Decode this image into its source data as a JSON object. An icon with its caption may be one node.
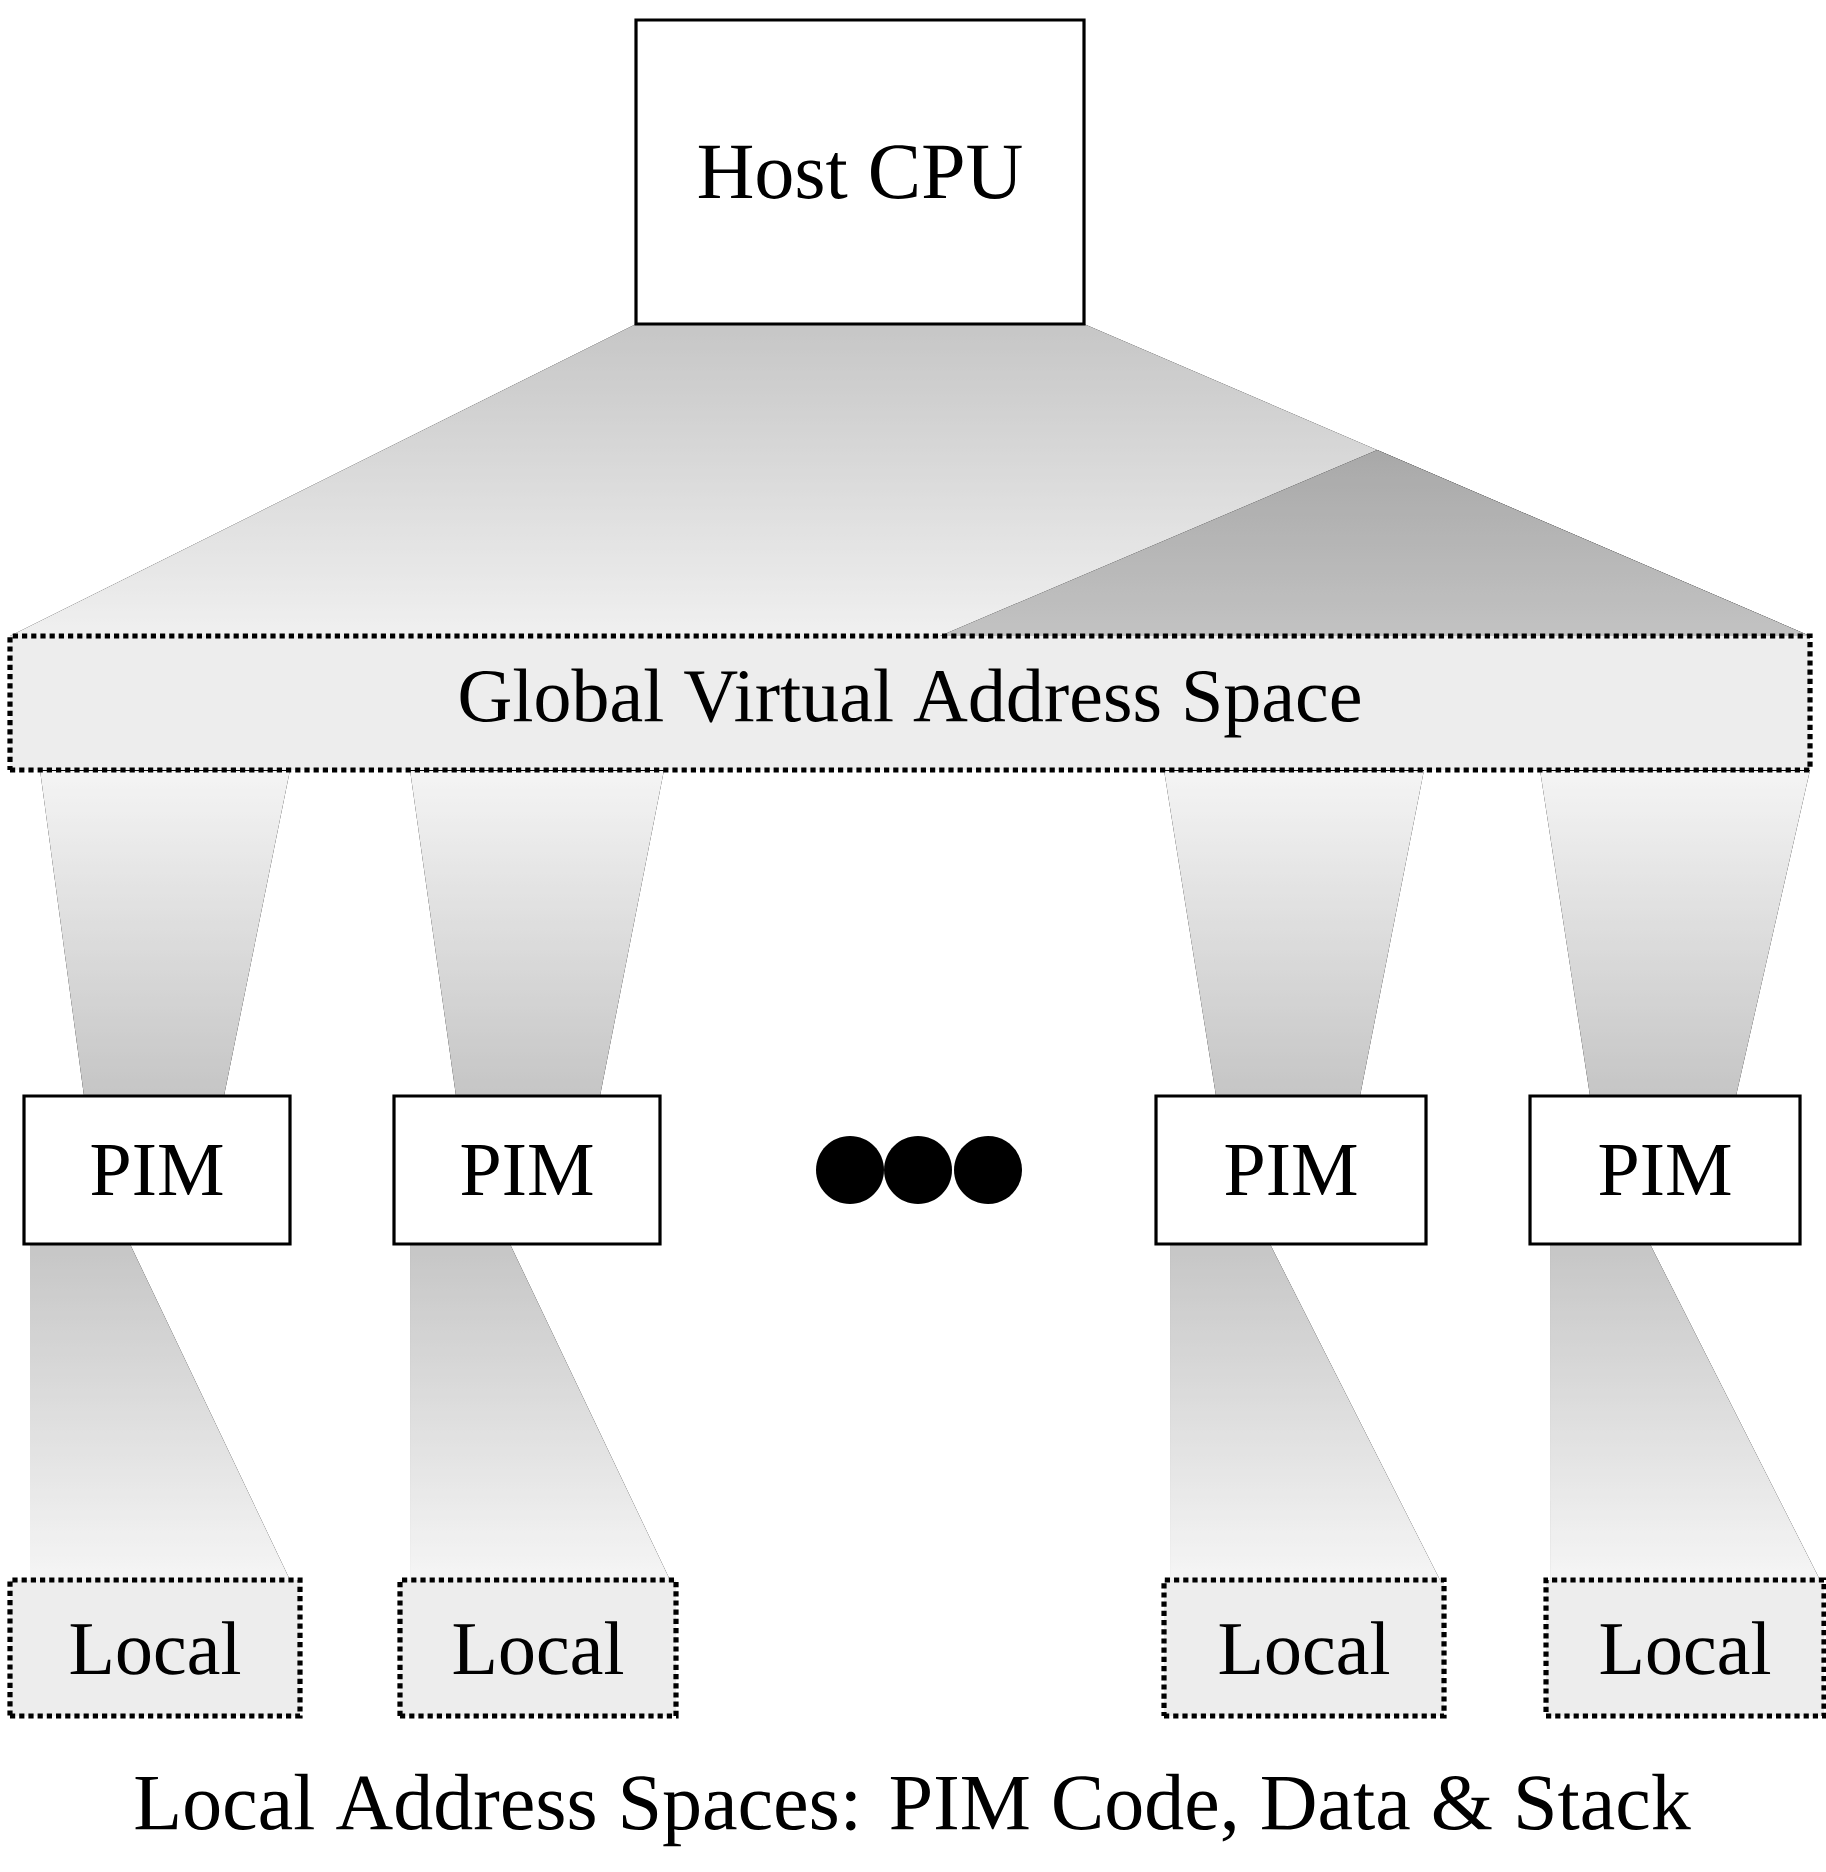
{
  "diagram": {
    "nodes": [
      {
        "text": [
          "Host CPU"
        ]
      },
      {
        "text": [
          "Global Virtual Address Space"
        ]
      },
      {
        "text": [
          "PIM"
        ]
      },
      {
        "text": [
          "PIM"
        ]
      },
      {
        "text": [
          "PIM"
        ]
      },
      {
        "text": [
          "PIM"
        ]
      },
      {
        "text": [
          "Local"
        ]
      },
      {
        "text": [
          "Local"
        ]
      },
      {
        "text": [
          "Local"
        ]
      },
      {
        "text": [
          "Local"
        ]
      }
    ],
    "edges": [
      {
        "from": 0,
        "to": 1,
        "arrow": "none"
      },
      {
        "from": 1,
        "to": 2,
        "arrow": "none"
      },
      {
        "from": 1,
        "to": 3,
        "arrow": "none"
      },
      {
        "from": 1,
        "to": 4,
        "arrow": "none"
      },
      {
        "from": 1,
        "to": 5,
        "arrow": "none"
      },
      {
        "from": 2,
        "to": 6,
        "arrow": "none"
      },
      {
        "from": 3,
        "to": 7,
        "arrow": "none"
      },
      {
        "from": 4,
        "to": 8,
        "arrow": "none"
      },
      {
        "from": 5,
        "to": 9,
        "arrow": "none"
      }
    ],
    "labels": [
      "Local Address Spaces: PIM Code, Data & Stack"
    ]
  }
}
